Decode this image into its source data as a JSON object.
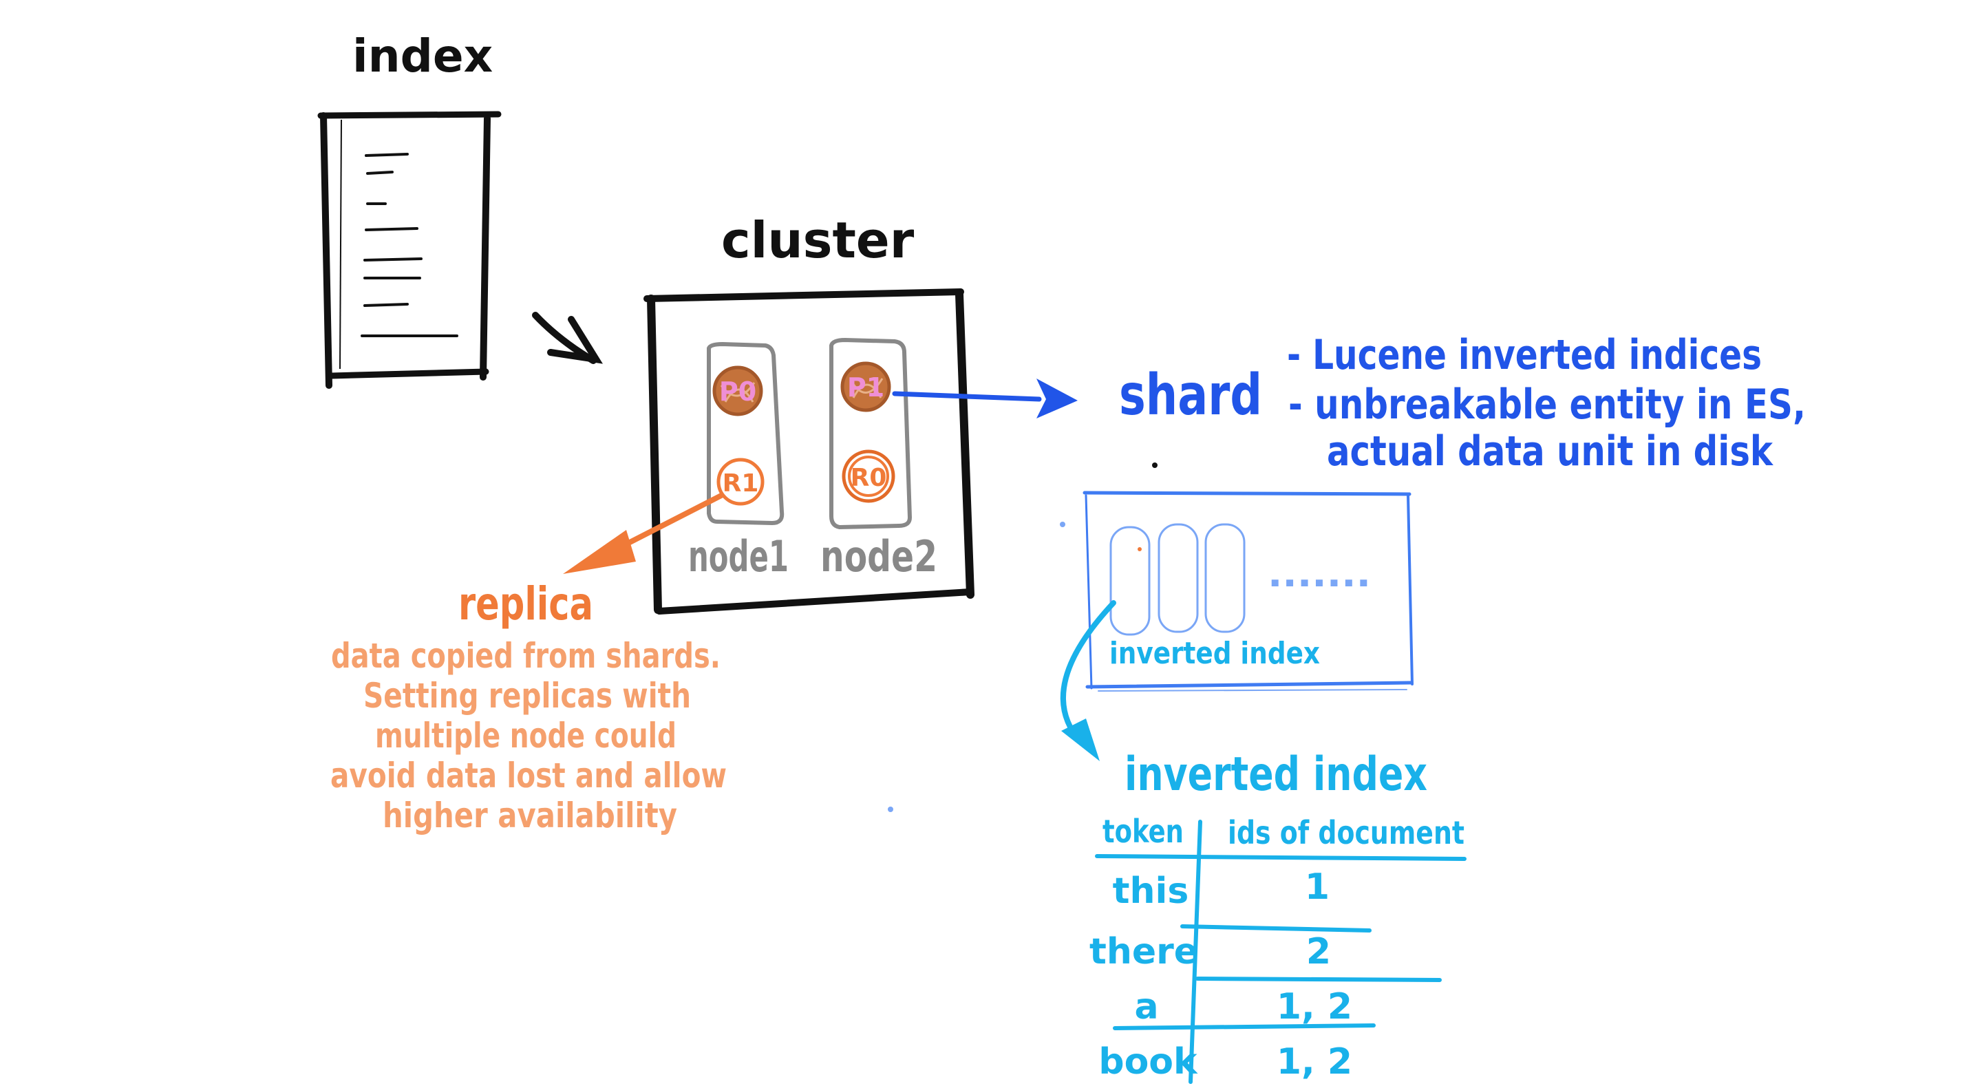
{
  "colors": {
    "ink": "#111111",
    "blue": "#2155e8",
    "cyan": "#19b1ea",
    "orange": "#f07a38",
    "orange_light": "#f5a06d",
    "brown": "#c4723b",
    "pink": "#ef8fd6",
    "grey": "#888888"
  },
  "index": {
    "title": "index"
  },
  "cluster": {
    "title": "cluster",
    "nodes": [
      {
        "label": "node1",
        "shards": [
          {
            "id": "P0",
            "kind": "primary"
          },
          {
            "id": "R1",
            "kind": "replica"
          }
        ]
      },
      {
        "label": "node2",
        "shards": [
          {
            "id": "P1",
            "kind": "primary"
          },
          {
            "id": "R0",
            "kind": "replica"
          }
        ]
      }
    ]
  },
  "shard": {
    "title": "shard",
    "notes": [
      "- Lucene inverted indices",
      "- unbreakable entity in ES,",
      "actual data unit in disk"
    ]
  },
  "replica": {
    "title": "replica",
    "lines": [
      "data copied from shards.",
      "Setting replicas with",
      "multiple node could",
      "avoid data lost and allow",
      "higher availability"
    ]
  },
  "shard_box": {
    "label": "inverted index",
    "ellipsis": "......."
  },
  "inverted_index": {
    "title": "inverted index",
    "headers": [
      "token",
      "ids of document"
    ],
    "rows": [
      {
        "token": "this",
        "ids": "1"
      },
      {
        "token": "there",
        "ids": "2"
      },
      {
        "token": "a",
        "ids": "1, 2"
      },
      {
        "token": "book",
        "ids": "1, 2"
      }
    ]
  }
}
